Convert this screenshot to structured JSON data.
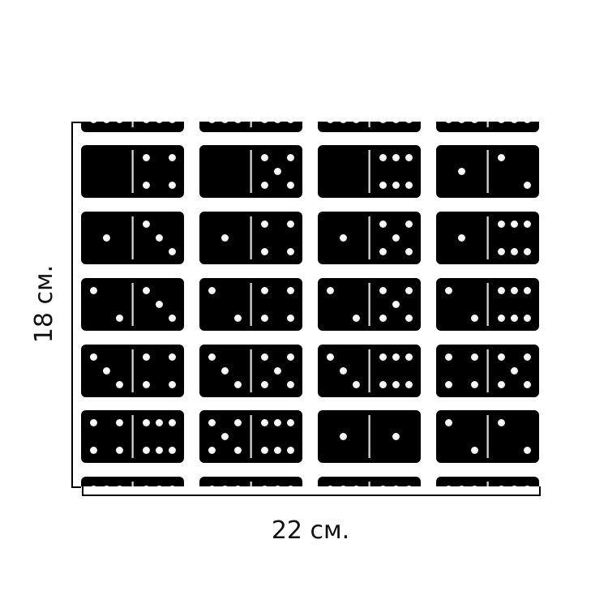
{
  "dimensions": {
    "width_label": "22 см.",
    "height_label": "18 см."
  },
  "domino_rows": [
    [
      [
        6,
        6
      ],
      [
        6,
        6
      ],
      [
        6,
        6
      ],
      [
        6,
        6
      ]
    ],
    [
      [
        0,
        4
      ],
      [
        0,
        5
      ],
      [
        0,
        6
      ],
      [
        1,
        2
      ]
    ],
    [
      [
        1,
        3
      ],
      [
        1,
        4
      ],
      [
        1,
        5
      ],
      [
        1,
        6
      ]
    ],
    [
      [
        2,
        3
      ],
      [
        2,
        4
      ],
      [
        2,
        5
      ],
      [
        2,
        6
      ]
    ],
    [
      [
        3,
        4
      ],
      [
        3,
        5
      ],
      [
        3,
        6
      ],
      [
        4,
        5
      ]
    ],
    [
      [
        4,
        6
      ],
      [
        5,
        6
      ],
      [
        1,
        1
      ],
      [
        2,
        2
      ]
    ],
    [
      [
        6,
        6
      ],
      [
        6,
        6
      ],
      [
        6,
        6
      ],
      [
        6,
        6
      ]
    ]
  ],
  "colors": {
    "tile": "#000000",
    "pip": "#ffffff",
    "background": "#ffffff"
  }
}
